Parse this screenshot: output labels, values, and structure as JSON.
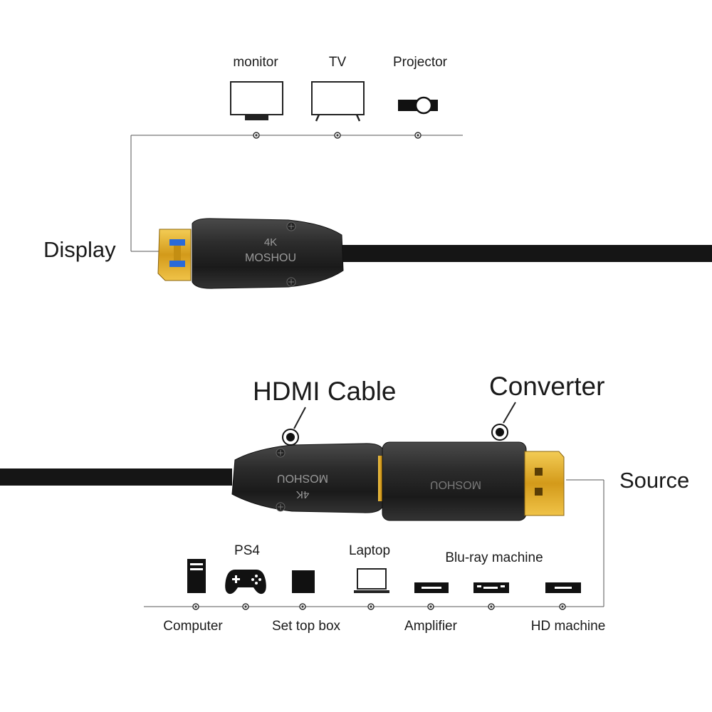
{
  "display_section": {
    "label": "Display",
    "devices": [
      {
        "name": "monitor",
        "icon": "monitor-icon"
      },
      {
        "name": "TV",
        "icon": "tv-icon"
      },
      {
        "name": "Projector",
        "icon": "projector-icon"
      }
    ],
    "connector_brand": "MOSHOU",
    "connector_badge": "4K"
  },
  "source_section": {
    "label": "Source",
    "hdmi_callout": "HDMI Cable",
    "converter_callout": "Converter",
    "converter_brand": "MOSHOU",
    "connector_brand": "MOSHOU",
    "connector_badge": "4K",
    "devices_top": [
      {
        "name": "PS4",
        "icon": "gamepad-icon"
      },
      {
        "name": "Laptop",
        "icon": "laptop-icon"
      },
      {
        "name": "Blu-ray machine",
        "icon": "bluray-icon"
      }
    ],
    "devices_bottom": [
      {
        "name": "Computer",
        "icon": "computer-tower-icon"
      },
      {
        "name": "Set top box",
        "icon": "set-top-box-icon"
      },
      {
        "name": "Amplifier",
        "icon": "amplifier-icon"
      },
      {
        "name": "HD machine",
        "icon": "hd-machine-icon"
      }
    ]
  },
  "colors": {
    "cable": "#151515",
    "connector_body": "#2a2a2a",
    "gold": "#d9a520",
    "line": "#555555",
    "text": "#1a1a1a"
  }
}
